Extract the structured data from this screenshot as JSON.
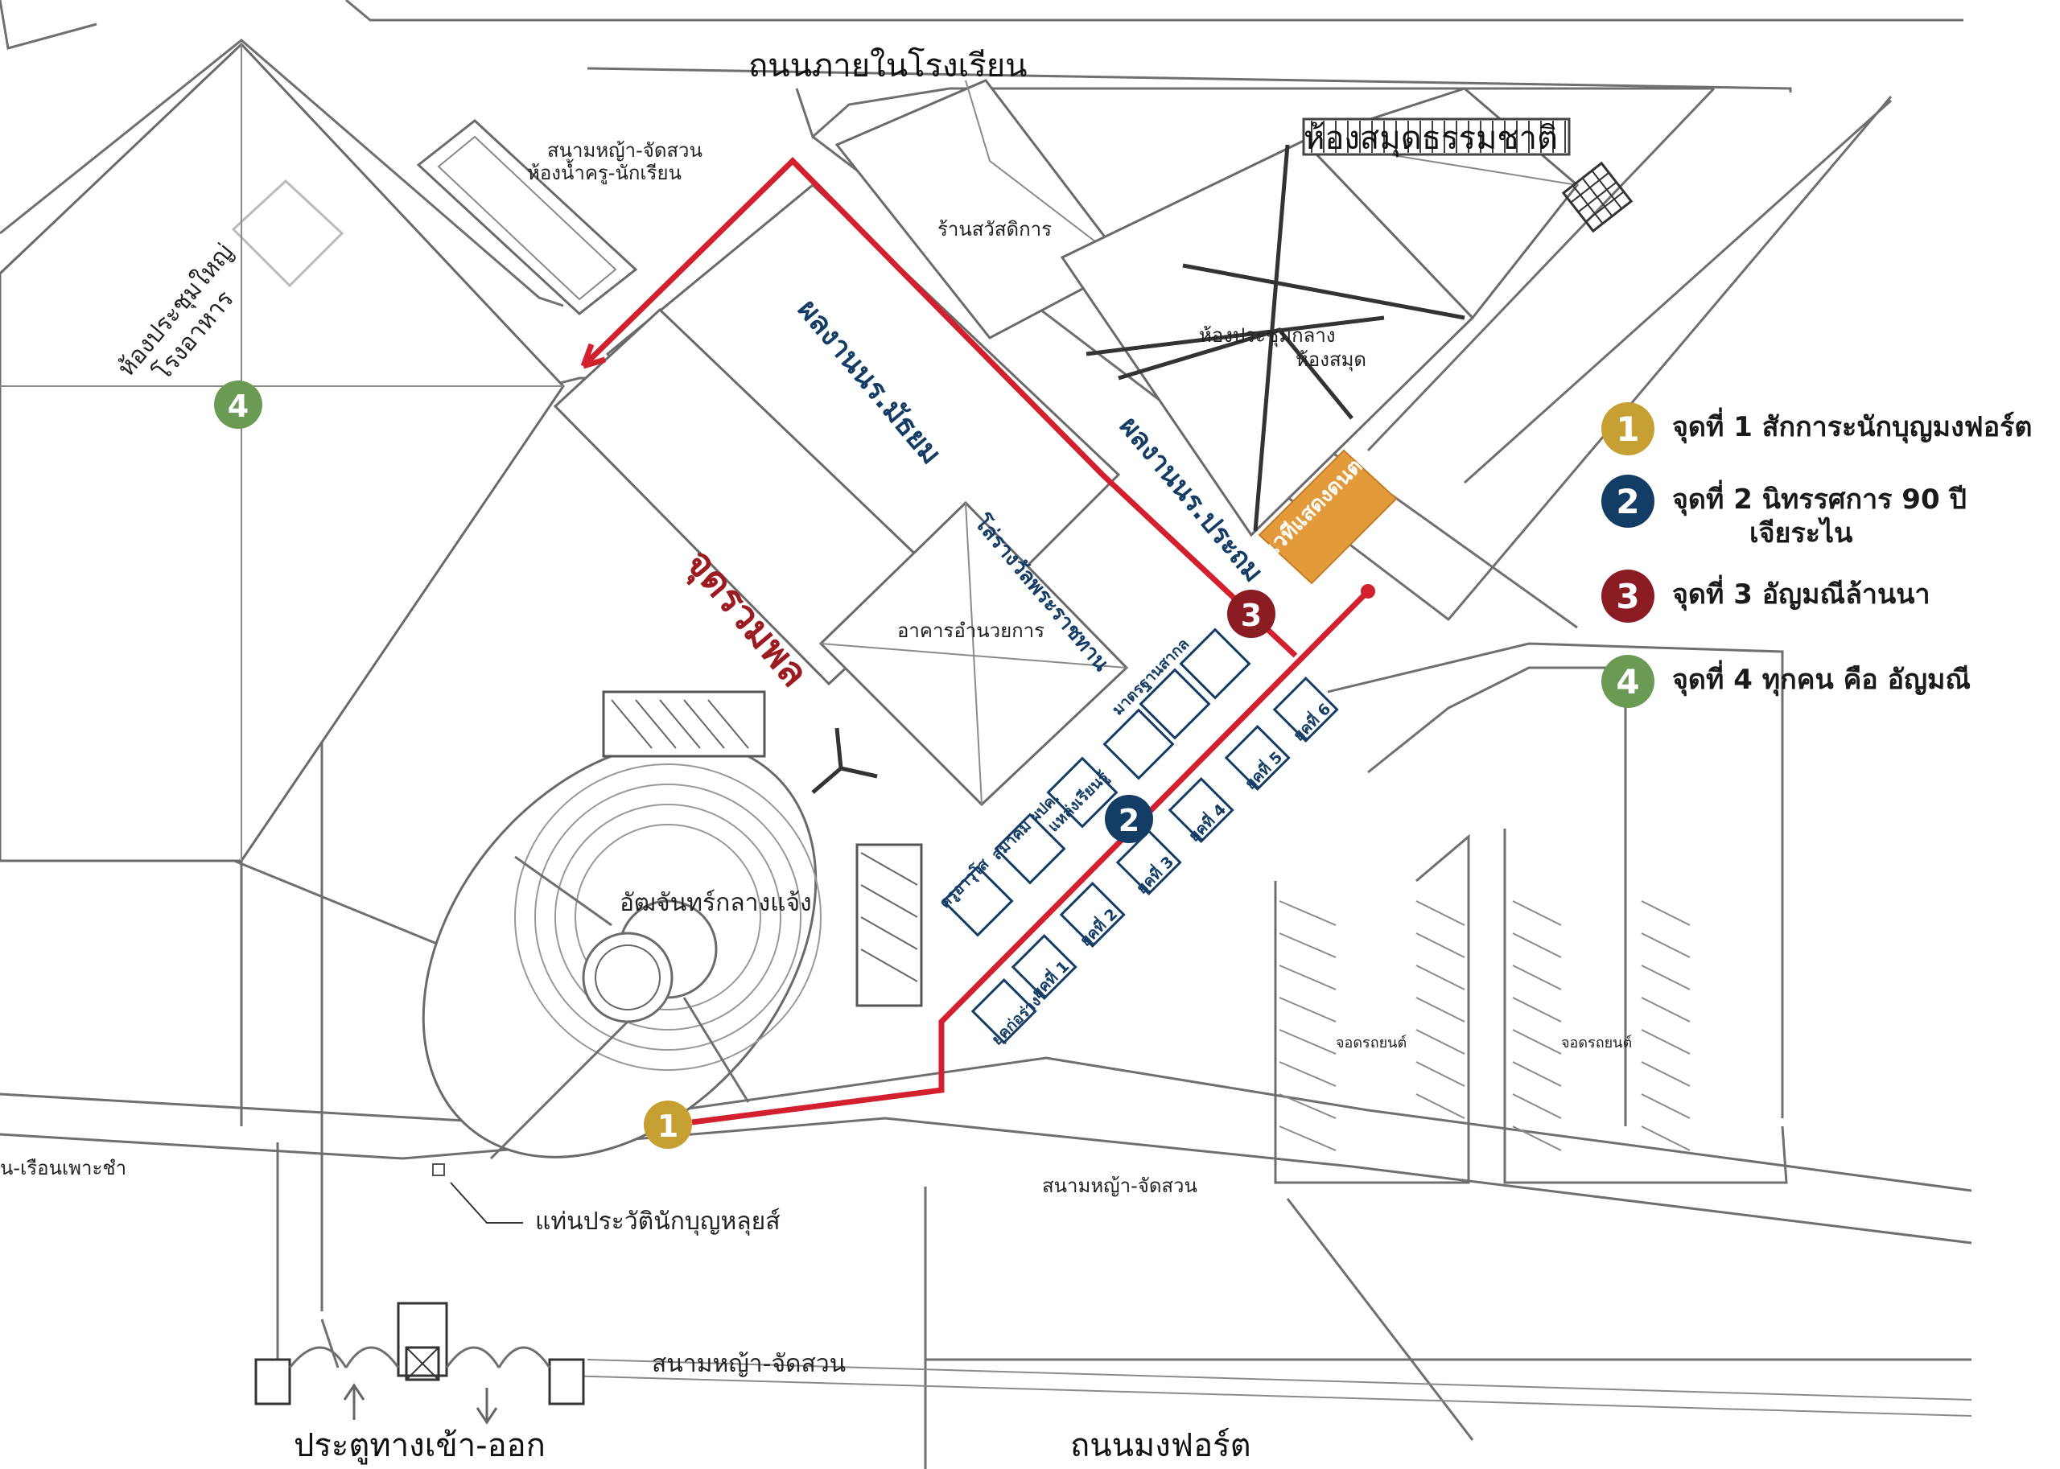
{
  "labels": {
    "road_top": "ถนนภายในโรงเรียน",
    "road_bottom": "ถนนมงฟอร์ต",
    "gate": "ประตูทางเข้า-ออก",
    "lawn_top": "สนามหญ้า-จัดสวน",
    "restroom": "ห้องน้ำครู-นักเรียน",
    "great_hall_1": "ห้องประชุมใหญ่",
    "great_hall_2": "โรงอาหาร",
    "welfare_shop": "ร้านสวัสดิการ",
    "library": "ห้องสมุดธรรมชาติ",
    "central_hall_1": "ห้องประชุมกลาง",
    "central_hall_2": "ห้องสมุด",
    "works_secondary": "ผลงานนร.มัธยม",
    "works_primary": "ผลงานนร.ประถม",
    "stage": "เวทีแสดงดนตรี",
    "trophy": "โล่รางวัลพระราชทาน",
    "admin_building": "อาคารอำนวยการ",
    "meeting_point": "จุดรวมพล",
    "amphitheatre": "อัฒจันทร์กลางแจ้ง",
    "lawn_mid": "สนามหญ้า-จัดสวน",
    "lawn_bottom": "สนามหญ้า-จัดสวน",
    "parking_1": "จอดรถยนต์",
    "parking_2": "จอดรถยนต์",
    "memorial": "แท่นประวัตินักบุญหลุยส์",
    "left_edge": "น-เรือนเพาะชำ",
    "booth_intl": "มาตรฐานสากล",
    "booth_learn": "แหล่งเรียนรู้",
    "booth_assoc": "สมาคม ผปค.",
    "booth_teacher": "ครูอาวุโส",
    "era_founding": "ยุคก่อร่าง",
    "era_1": "ยุคที่ 1",
    "era_2": "ยุคที่ 2",
    "era_3": "ยุคที่ 3",
    "era_4": "ยุคที่ 4",
    "era_5": "ยุคที่ 5",
    "era_6": "ยุคที่ 6"
  },
  "markers": [
    {
      "number": "1",
      "color": "#c6a033"
    },
    {
      "number": "2",
      "color": "#143d66"
    },
    {
      "number": "3",
      "color": "#8c1c24"
    },
    {
      "number": "4",
      "color": "#6b9a54"
    }
  ],
  "legend": [
    {
      "number": "1",
      "color": "#c6a033",
      "text": "จุดที่ 1 สักการะนักบุญมงฟอร์ต",
      "sub": ""
    },
    {
      "number": "2",
      "color": "#143d66",
      "text": "จุดที่ 2 นิทรรศการ 90 ปี",
      "sub": "เจียระไน"
    },
    {
      "number": "3",
      "color": "#8c1c24",
      "text": "จุดที่ 3 อัญมณีล้านนา",
      "sub": ""
    },
    {
      "number": "4",
      "color": "#6b9a54",
      "text": "จุดที่ 4 ทุกคน คือ อัญมณี",
      "sub": ""
    }
  ],
  "colors": {
    "route": "#d3202e",
    "stage_fill": "#e39a3b",
    "exhibit_text": "#143d66",
    "meeting_text": "#9c1b21"
  }
}
